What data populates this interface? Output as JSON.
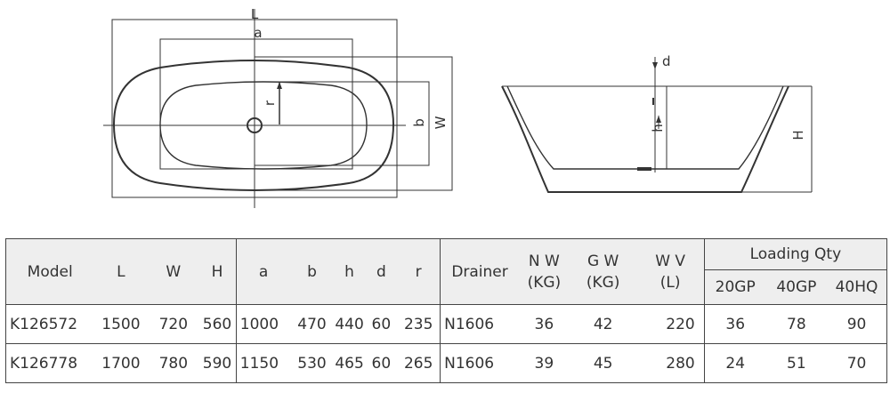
{
  "drawing": {
    "top_view_labels": {
      "L": "L",
      "a": "a",
      "r": "r",
      "b": "b",
      "W": "W"
    },
    "side_view_labels": {
      "d": "d",
      "h": "h",
      "H": "H"
    }
  },
  "table": {
    "headers": {
      "model": "Model",
      "L": "L",
      "W": "W",
      "H": "H",
      "a": "a",
      "b": "b",
      "h": "h",
      "d": "d",
      "r": "r",
      "drainer": "Drainer",
      "nw_1": "N W",
      "nw_2": "(KG)",
      "gw_1": "G W",
      "gw_2": "(KG)",
      "wv_1": "W V",
      "wv_2": "(L)",
      "loading_qty": "Loading Qty",
      "gp20": "20GP",
      "gp40": "40GP",
      "hq40": "40HQ"
    },
    "rows": [
      {
        "model": "K126572",
        "L": "1500",
        "W": "720",
        "H": "560",
        "a": "1000",
        "b": "470",
        "h": "440",
        "d": "60",
        "r": "235",
        "drainer": "N1606",
        "nw": "36",
        "gw": "42",
        "wv": "220",
        "gp20": "36",
        "gp40": "78",
        "hq40": "90"
      },
      {
        "model": "K126778",
        "L": "1700",
        "W": "780",
        "H": "590",
        "a": "1150",
        "b": "530",
        "h": "465",
        "d": "60",
        "r": "265",
        "drainer": "N1606",
        "nw": "39",
        "gw": "45",
        "wv": "280",
        "gp20": "24",
        "gp40": "51",
        "hq40": "70"
      }
    ]
  }
}
